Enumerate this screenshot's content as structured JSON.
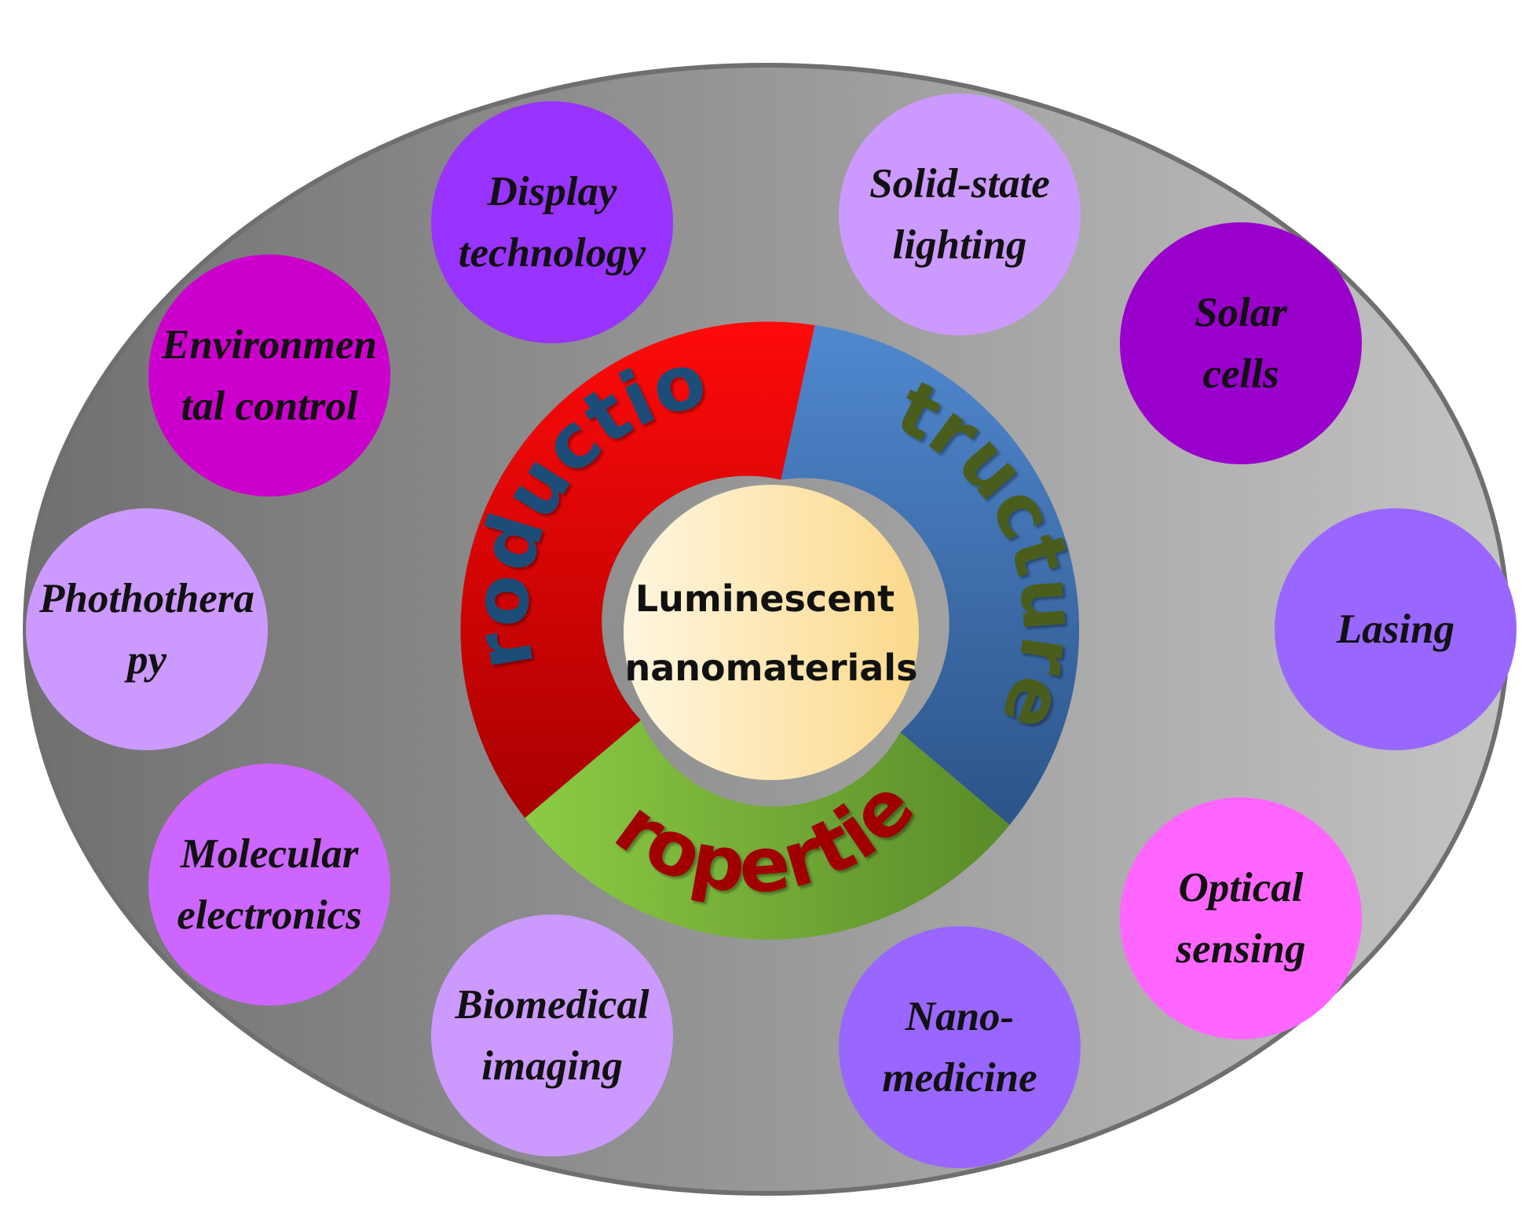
{
  "center": {
    "lines": [
      "Luminescent",
      "nanomaterials"
    ],
    "fill": "#fde9b6"
  },
  "ring": [
    {
      "label": "production",
      "fill": "#e00000",
      "text_color": "#1f4e79"
    },
    {
      "label": "structure",
      "fill": "#4a7fc0",
      "text_color": "#4b5d1c"
    },
    {
      "label": "properties",
      "fill": "#7cbc3a",
      "text_color": "#a00000"
    }
  ],
  "applications": [
    {
      "lines": [
        "Display",
        "technology"
      ],
      "fill": "#9933ff"
    },
    {
      "lines": [
        "Solid-state",
        "lighting"
      ],
      "fill": "#cc99ff"
    },
    {
      "lines": [
        "Solar",
        "cells"
      ],
      "fill": "#9900cc"
    },
    {
      "lines": [
        "Lasing"
      ],
      "fill": "#9966ff"
    },
    {
      "lines": [
        "Optical",
        "sensing"
      ],
      "fill": "#ff66ff"
    },
    {
      "lines": [
        "Nano-",
        "medicine"
      ],
      "fill": "#9966ff"
    },
    {
      "lines": [
        "Biomedical",
        "imaging"
      ],
      "fill": "#cc99ff"
    },
    {
      "lines": [
        "Molecular",
        "electronics"
      ],
      "fill": "#cc66ff"
    },
    {
      "lines": [
        "Phothothera",
        "py"
      ],
      "fill": "#cc99ff"
    },
    {
      "lines": [
        "Environmen",
        "tal control"
      ],
      "fill": "#cc00cc"
    }
  ]
}
